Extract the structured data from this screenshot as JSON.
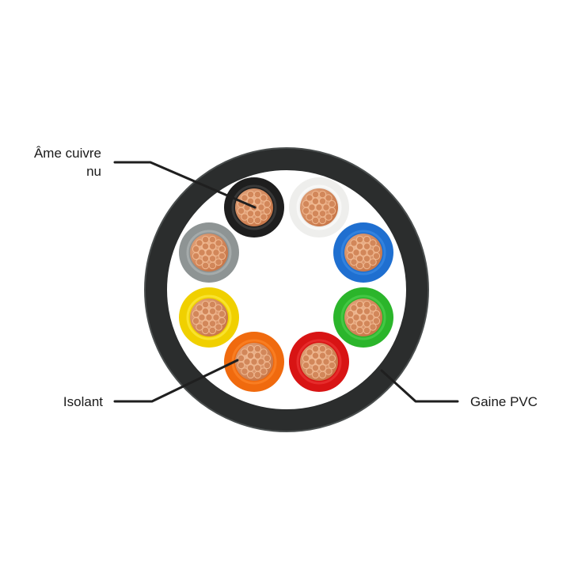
{
  "labels": {
    "core": [
      "Âme cuivre",
      "nu"
    ],
    "insulation": "Isolant",
    "sheath": "Gaine PVC"
  },
  "conductors": [
    {
      "name": "black",
      "color": "#1e1e1e",
      "inner": "#4a4a4a"
    },
    {
      "name": "white",
      "color": "#eeeeec",
      "inner": "#ffffff"
    },
    {
      "name": "blue",
      "color": "#1f6fd0",
      "inner": "#3f8fe8"
    },
    {
      "name": "green",
      "color": "#2bb52b",
      "inner": "#55d455"
    },
    {
      "name": "red",
      "color": "#d81414",
      "inner": "#f03a3a"
    },
    {
      "name": "orange",
      "color": "#f06a0e",
      "inner": "#ff8a2e"
    },
    {
      "name": "yellow",
      "color": "#f0d000",
      "inner": "#fff04a"
    },
    {
      "name": "grey",
      "color": "#8e9494",
      "inner": "#b4baba"
    }
  ],
  "colors": {
    "sheath": "#2b2d2d",
    "sheath_highlight": "#4a4e4e",
    "copper": "#d2875a",
    "copper_light": "#f0b890",
    "leader": "#1f1f1f"
  }
}
